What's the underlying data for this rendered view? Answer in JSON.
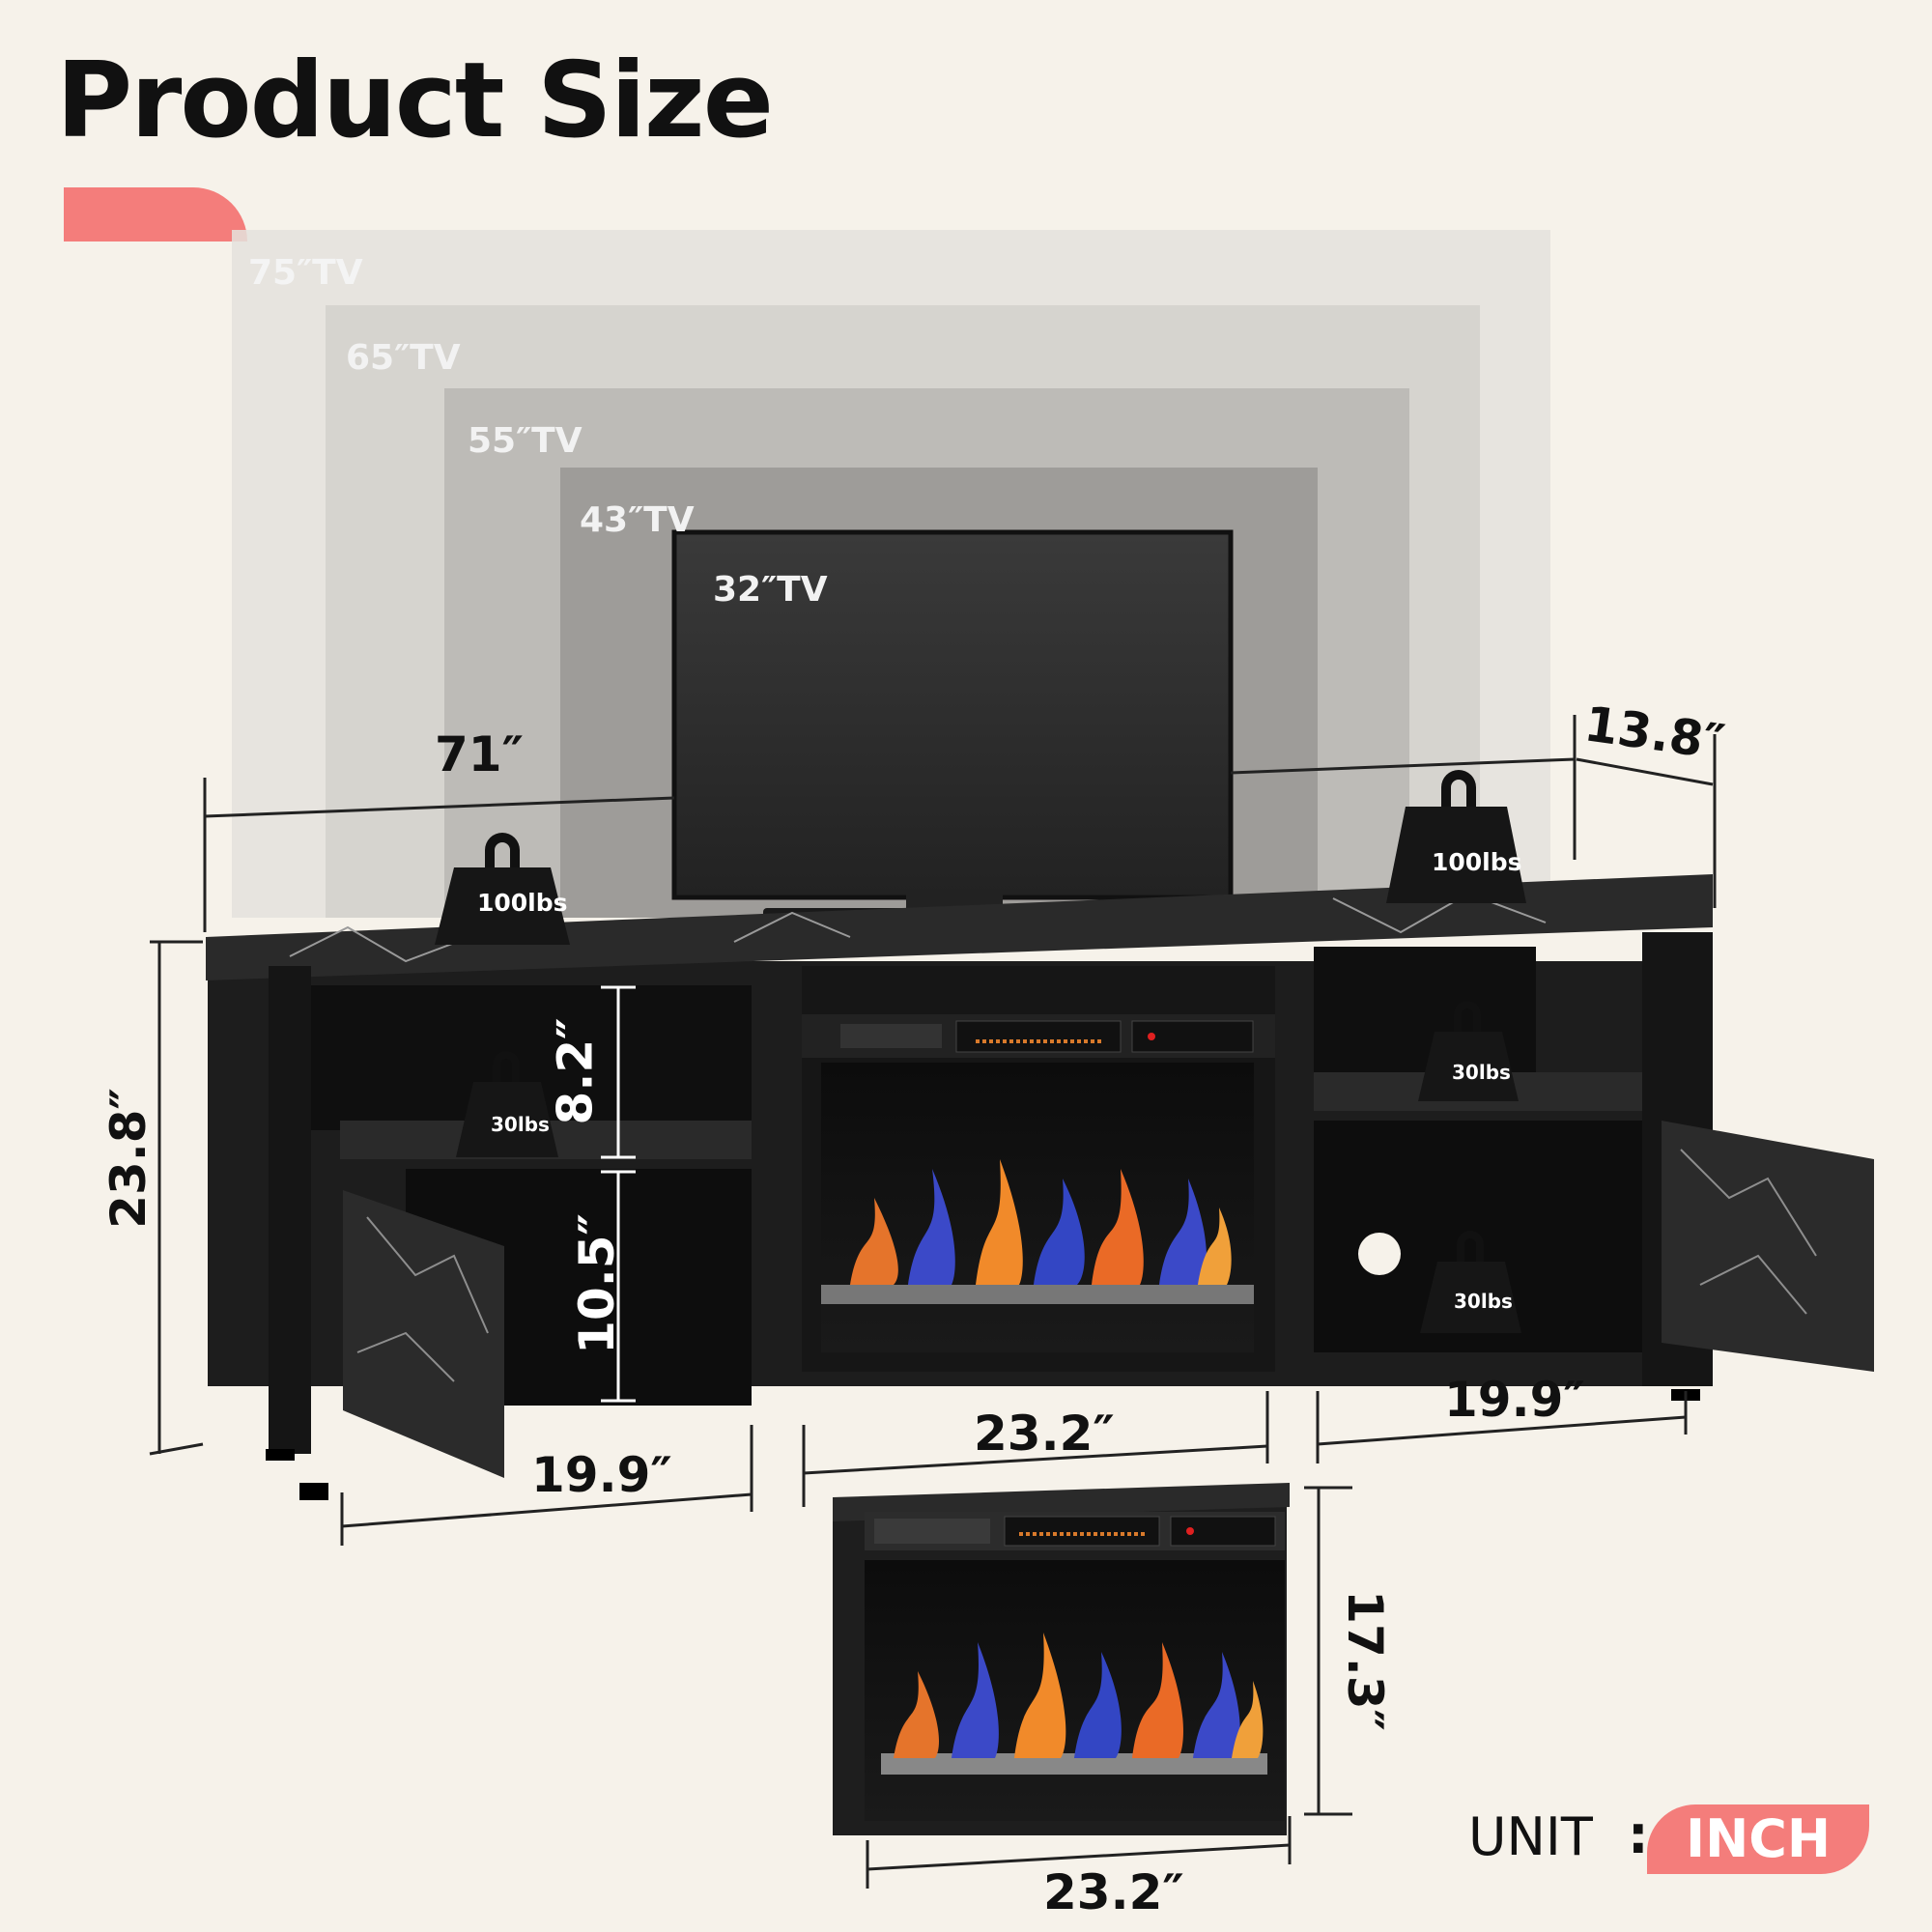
{
  "title": "Product Size",
  "colors": {
    "accent": "#f47d7b",
    "background": "#f6f2ea",
    "cabinet": "#1b1b1b"
  },
  "tv_sizes": [
    "75″TV",
    "65″TV",
    "55″TV",
    "43″TV",
    "32″TV"
  ],
  "dimensions": {
    "total_width": "71″",
    "depth": "13.8″",
    "height": "23.8″",
    "upper_shelf_height": "8.2″",
    "lower_shelf_height": "10.5″",
    "left_cabinet_width": "19.9″",
    "fireplace_width": "23.2″",
    "right_cabinet_width": "19.9″",
    "insert_width": "23.2″",
    "insert_height": "17.3″"
  },
  "weights": {
    "top_left": "100lbs",
    "top_right": "100lbs",
    "shelf_left": "30lbs",
    "shelf_right_upper": "30lbs",
    "shelf_right_lower": "30lbs"
  },
  "unit": {
    "label": "UNIT",
    "separator": ":",
    "value": "INCH"
  }
}
